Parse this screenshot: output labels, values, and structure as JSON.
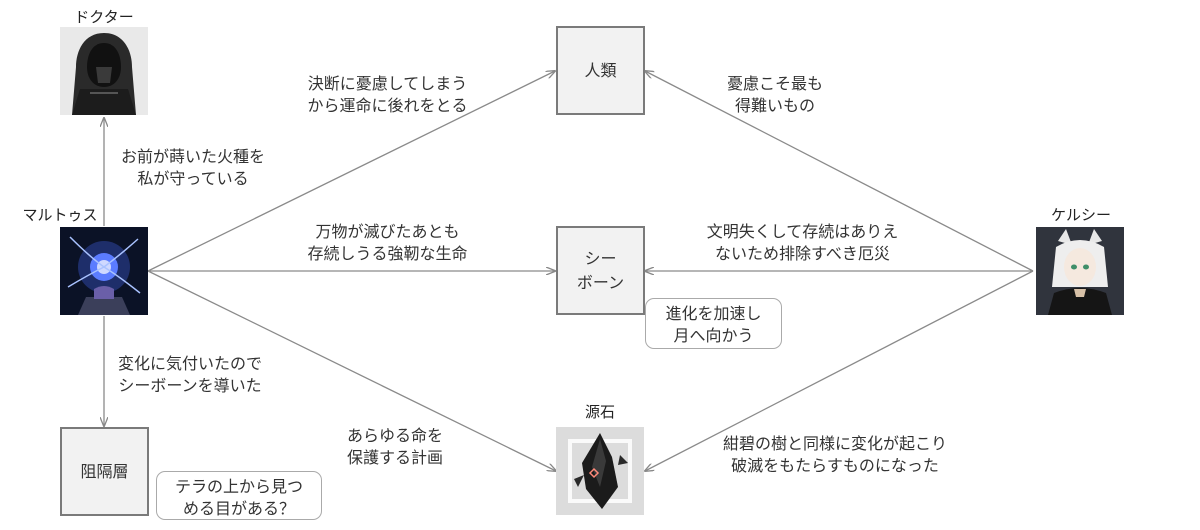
{
  "nodes": {
    "doctor": "ドクター",
    "malthus": "マルトゥス",
    "kaltsit": "ケルシー",
    "humanity": "人類",
    "seaborn_line1": "シー",
    "seaborn_line2": "ボーン",
    "originium": "源石",
    "barrier_layer": "阻隔層"
  },
  "edges": {
    "malthus_doctor": [
      "お前が蒔いた火種を",
      "私が守っている"
    ],
    "malthus_barrier": [
      "変化に気付いたので",
      "シーボーンを導いた"
    ],
    "malthus_humanity": [
      "決断に憂慮してしまう",
      "から運命に後れをとる"
    ],
    "malthus_seaborn": [
      "万物が滅びたあとも",
      "存続しうる強靭な生命"
    ],
    "malthus_originium": [
      "あらゆる命を",
      "保護する計画"
    ],
    "kaltsit_humanity": [
      "憂慮こそ最も",
      "得難いもの"
    ],
    "kaltsit_seaborn": [
      "文明失くして存続はありえ",
      "ないため排除すべき厄災"
    ],
    "kaltsit_originium": [
      "紺碧の樹と同様に変化が起こり",
      "破滅をもたらすものになった"
    ]
  },
  "callouts": {
    "seaborn_note": [
      "進化を加速し",
      "月へ向かう"
    ],
    "barrier_note": [
      "テラの上から見つ",
      "める目がある？"
    ]
  }
}
